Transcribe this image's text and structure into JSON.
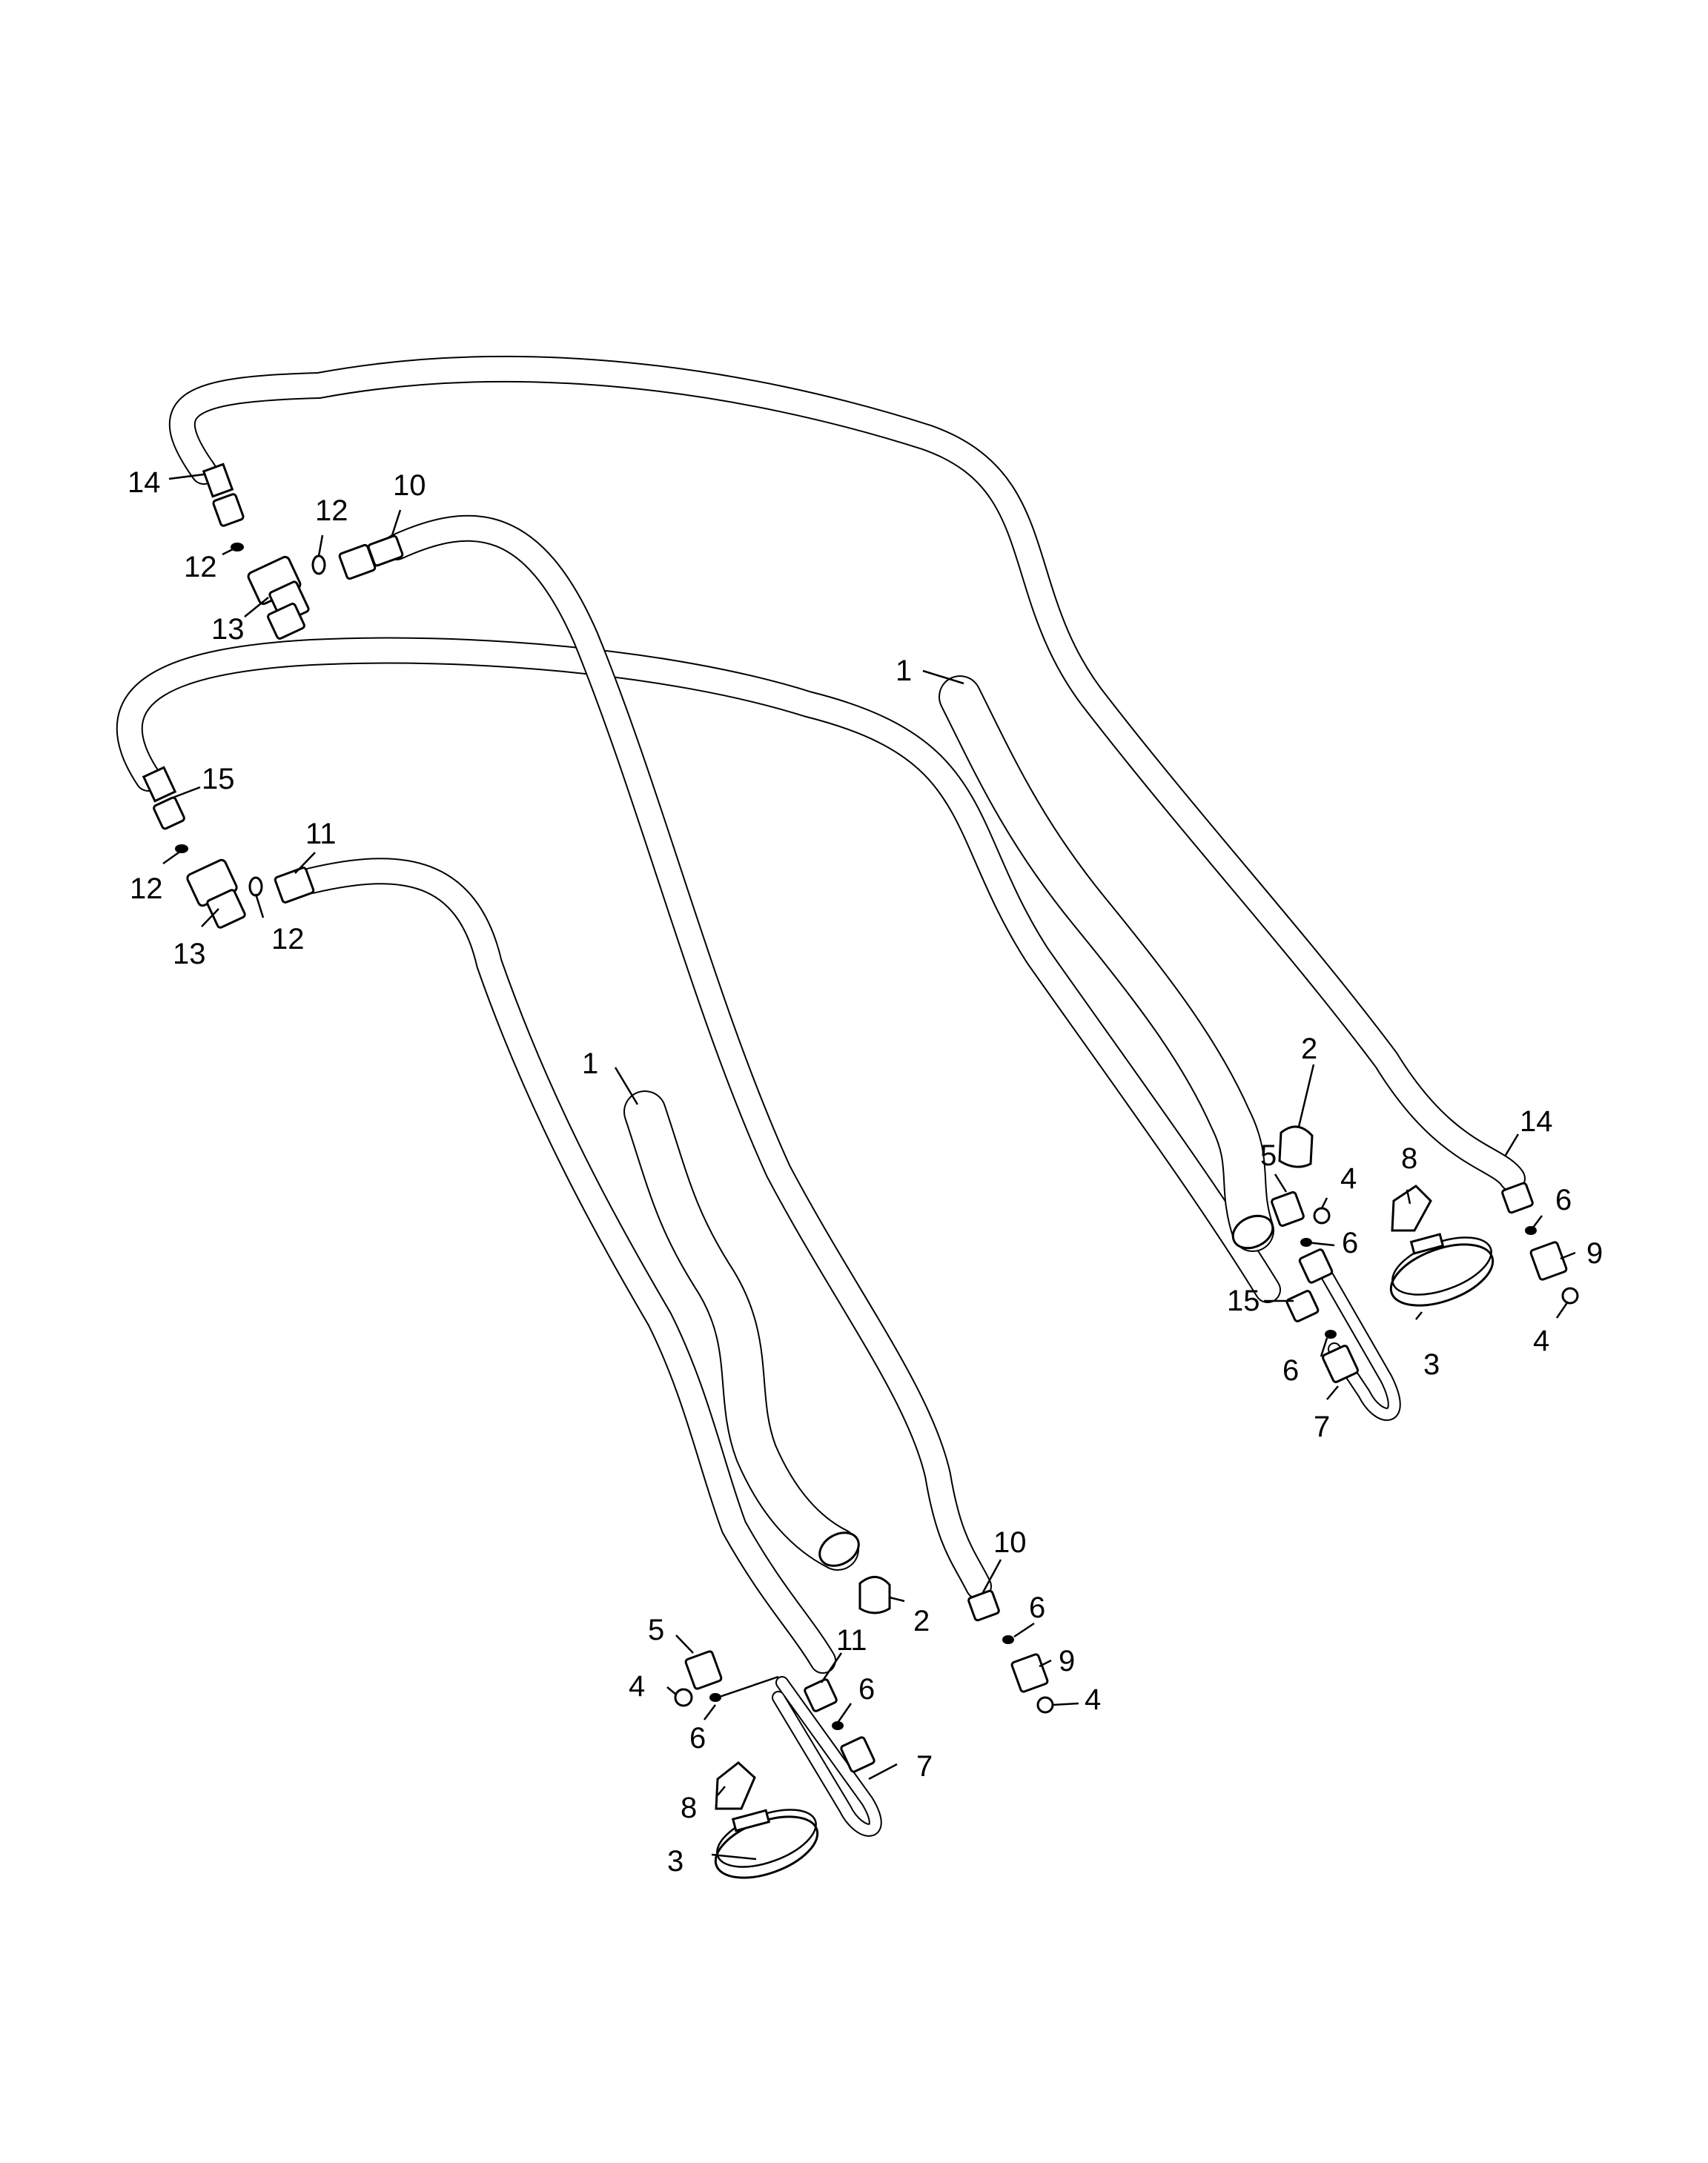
{
  "callouts": [
    {
      "id": "c-1a",
      "text": "1"
    },
    {
      "id": "c-1b",
      "text": "1"
    },
    {
      "id": "c-2a",
      "text": "2"
    },
    {
      "id": "c-2b",
      "text": "2"
    },
    {
      "id": "c-3a",
      "text": "3"
    },
    {
      "id": "c-3b",
      "text": "3"
    },
    {
      "id": "c-4a",
      "text": "4"
    },
    {
      "id": "c-4b",
      "text": "4"
    },
    {
      "id": "c-4c",
      "text": "4"
    },
    {
      "id": "c-4d",
      "text": "4"
    },
    {
      "id": "c-5a",
      "text": "5"
    },
    {
      "id": "c-5b",
      "text": "5"
    },
    {
      "id": "c-6a",
      "text": "6"
    },
    {
      "id": "c-6b",
      "text": "6"
    },
    {
      "id": "c-6c",
      "text": "6"
    },
    {
      "id": "c-6d",
      "text": "6"
    },
    {
      "id": "c-6e",
      "text": "6"
    },
    {
      "id": "c-6f",
      "text": "6"
    },
    {
      "id": "c-7a",
      "text": "7"
    },
    {
      "id": "c-7b",
      "text": "7"
    },
    {
      "id": "c-8a",
      "text": "8"
    },
    {
      "id": "c-8b",
      "text": "8"
    },
    {
      "id": "c-9a",
      "text": "9"
    },
    {
      "id": "c-9b",
      "text": "9"
    },
    {
      "id": "c-10a",
      "text": "10"
    },
    {
      "id": "c-10b",
      "text": "10"
    },
    {
      "id": "c-11a",
      "text": "11"
    },
    {
      "id": "c-11b",
      "text": "11"
    },
    {
      "id": "c-12a",
      "text": "12"
    },
    {
      "id": "c-12b",
      "text": "12"
    },
    {
      "id": "c-12c",
      "text": "12"
    },
    {
      "id": "c-12d",
      "text": "12"
    },
    {
      "id": "c-13a",
      "text": "13"
    },
    {
      "id": "c-13b",
      "text": "13"
    },
    {
      "id": "c-14a",
      "text": "14"
    },
    {
      "id": "c-14b",
      "text": "14"
    },
    {
      "id": "c-15a",
      "text": "15"
    },
    {
      "id": "c-15b",
      "text": "15"
    }
  ]
}
